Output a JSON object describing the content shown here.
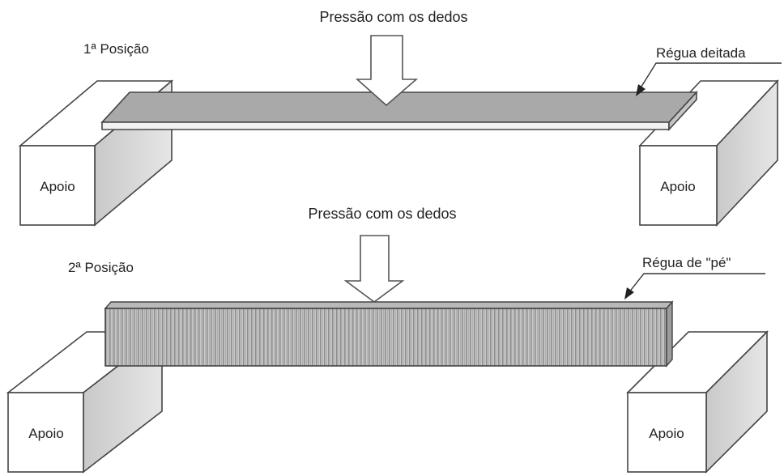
{
  "diagram": {
    "top": {
      "position_label": "1ª Posição",
      "pressure_label": "Pressão com os dedos",
      "ruler_label": "Régua deitada",
      "support_left": "Apoio",
      "support_right": "Apoio"
    },
    "bottom": {
      "position_label": "2ª Posição",
      "pressure_label": "Pressão com os dedos",
      "ruler_label": "Régua de \"pé\"",
      "support_left": "Apoio",
      "support_right": "Apoio"
    },
    "colors": {
      "ruler_flat": "#a9a9a9",
      "ruler_edge": "#c4c4c4",
      "box_side": "#d3d3d3",
      "outline": "#444444"
    }
  }
}
